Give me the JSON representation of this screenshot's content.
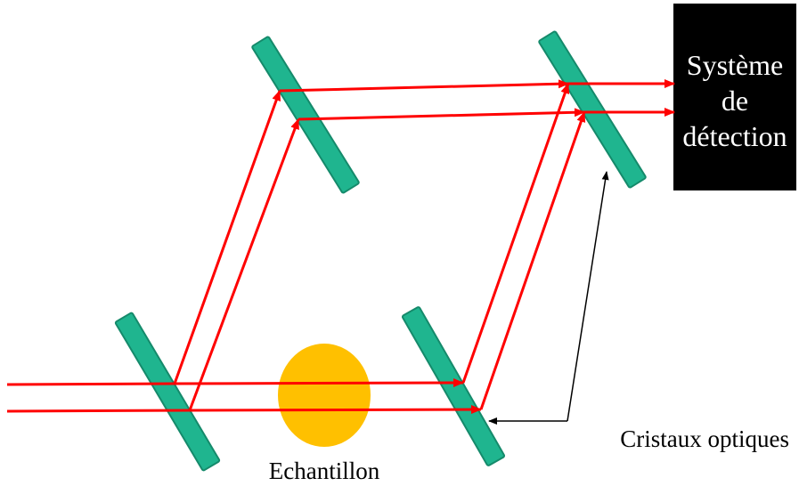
{
  "diagram": {
    "detector_label_lines": [
      "Système",
      "de",
      "détection"
    ],
    "crystals_label": "Cristaux optiques",
    "sample_label": "Echantillon"
  },
  "colors": {
    "crystal_fill": "#1fb58f",
    "crystal_stroke": "#158a6b",
    "beam": "#ff0000",
    "sample": "#ffc000",
    "detector": "#000000",
    "pointer": "#000000"
  }
}
